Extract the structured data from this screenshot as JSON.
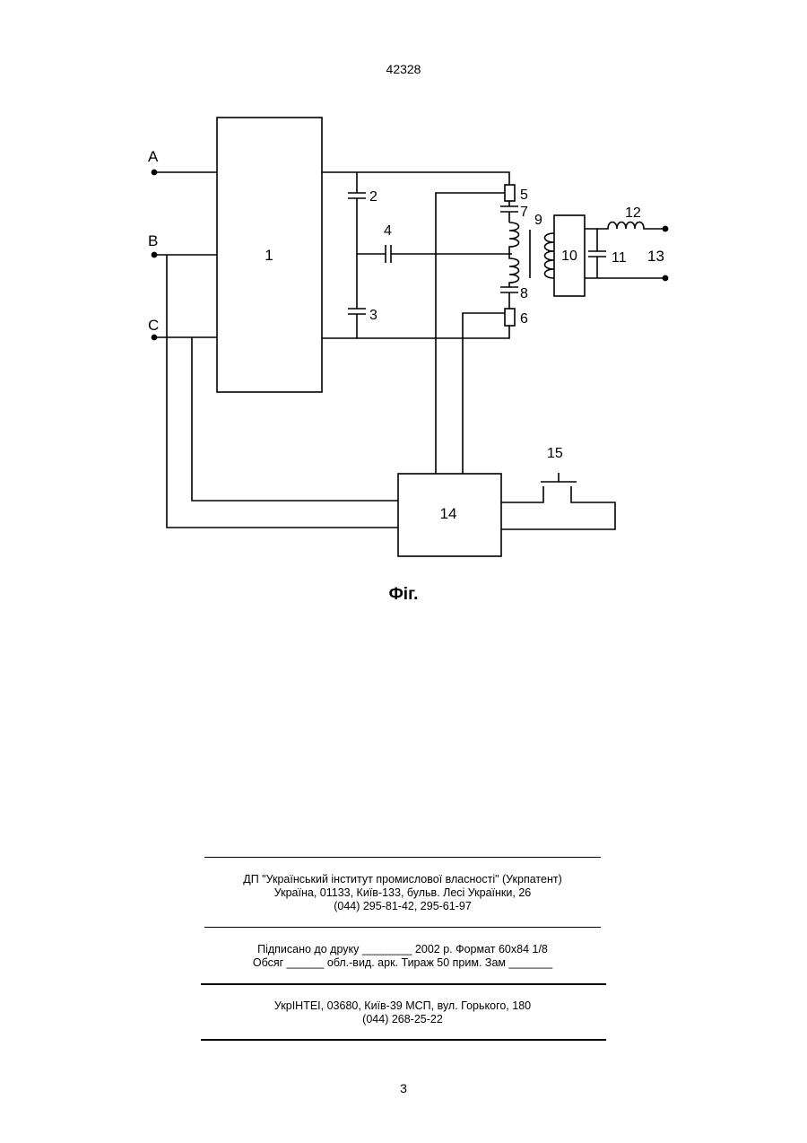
{
  "page_header_number": "42328",
  "diagram": {
    "terminals": [
      "A",
      "B",
      "C"
    ],
    "block_1": "1",
    "capacitor_2": "2",
    "capacitor_3": "3",
    "capacitor_4": "4",
    "element_5": "5",
    "element_6": "6",
    "element_7": "7",
    "element_8": "8",
    "transformer_9": "9",
    "block_10": "10",
    "capacitor_11": "11",
    "inductor_12": "12",
    "output_13": "13",
    "block_14": "14",
    "switch_15": "15"
  },
  "figure_caption": "Фіг.",
  "imprint": {
    "publisher_line1": "ДП \"Український інститут промислової власності\" (Укрпатент)",
    "publisher_line2": "Україна, 01133, Київ-133, бульв. Лесі Українки, 26",
    "publisher_line3": "(044) 295-81-42, 295-61-97",
    "print_line1": "Підписано до друку ________ 2002 р.     Формат 60х84 1/8",
    "print_line2": "Обсяг ______ обл.-вид. арк.    Тираж 50 прим.      Зам _______",
    "printer_line1": "УкрІНТЕІ, 03680, Київ-39 МСП, вул. Горького, 180",
    "printer_line2": "(044) 268-25-22"
  },
  "page_footer_number": "3"
}
